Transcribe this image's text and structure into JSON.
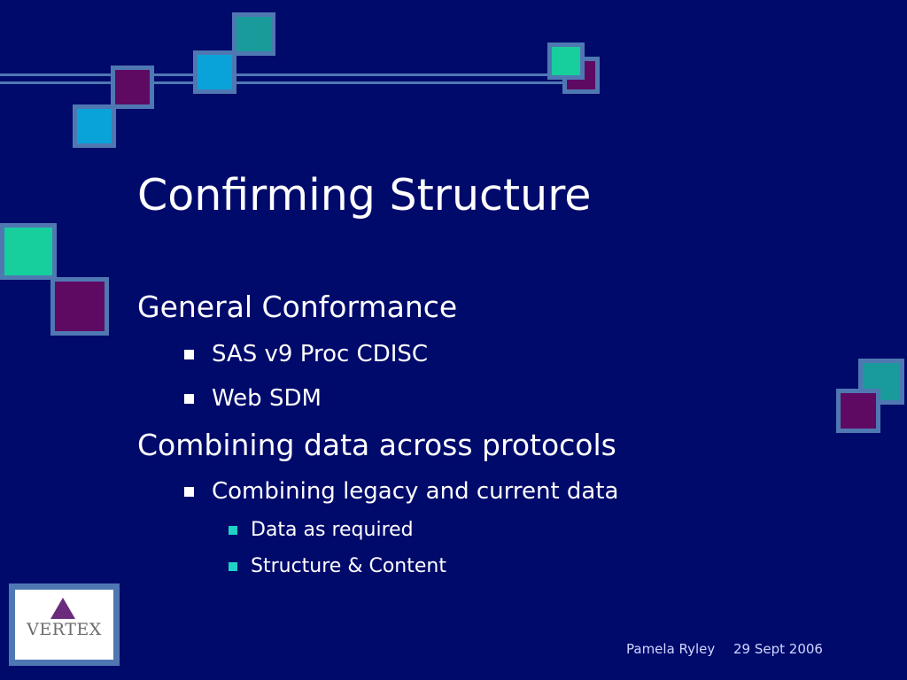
{
  "slide": {
    "title": "Confirming Structure",
    "sections": [
      {
        "heading": "General Conformance",
        "items": [
          "SAS v9 Proc CDISC",
          "Web SDM"
        ]
      },
      {
        "heading": "Combining data across protocols",
        "items": [
          "Combining legacy and current data"
        ],
        "subitems": [
          "Data as required",
          "Structure & Content"
        ]
      }
    ]
  },
  "logo": {
    "text": "VERTEX"
  },
  "footer": {
    "author": "Pamela Ryley",
    "date": "29 Sept 2006"
  },
  "colors": {
    "background": "#000a6b",
    "frame": "#4f78b3",
    "teal": "#1a9b9b",
    "cyan": "#0aa3d9",
    "mint": "#17cf9d",
    "plum": "#5e0a63",
    "sub_bullet": "#1ed2c6"
  }
}
